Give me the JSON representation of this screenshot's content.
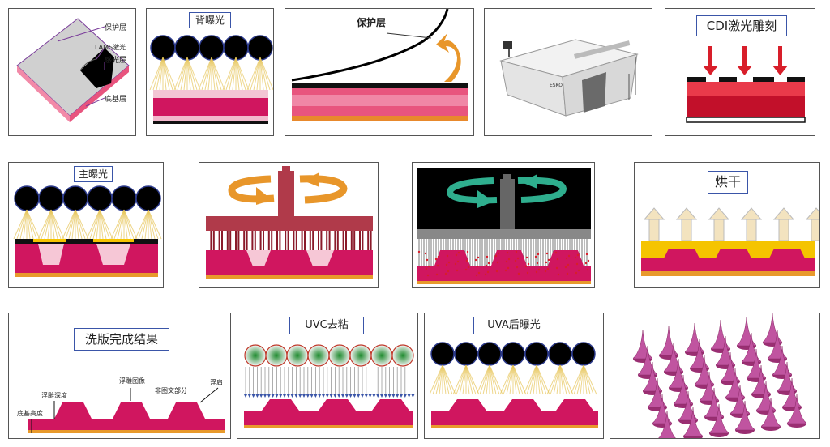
{
  "panels": {
    "p1": {
      "protective_layer": "保护层",
      "lams_layer": "LAMS激光",
      "sensitive_layer": "感光层",
      "base_layer": "底基层"
    },
    "p2": {
      "label": "背曝光"
    },
    "p3": {
      "label": "保护层"
    },
    "p4": {
      "device_text": "ESKO"
    },
    "p5": {
      "label": "CDI激光雕刻"
    },
    "p6": {
      "label": "主曝光"
    },
    "p7": {},
    "p8": {},
    "p9": {
      "label": "烘干"
    },
    "p10": {
      "label": "洗版完成结果",
      "relief_image": "浮雕图像",
      "relief_depth": "浮雕深度",
      "non_image": "非图文部分",
      "shoulder": "浮肩",
      "base_height": "底基高度"
    },
    "p11": {
      "label": "UVC去粘"
    },
    "p12": {
      "label": "UVA后曝光"
    },
    "p13": {}
  },
  "colors": {
    "magenta": "#d0165f",
    "pink_light": "#f2b8cc",
    "orange": "#e89a2c",
    "teal": "#2fae8e",
    "red": "#d81e2a",
    "yellow": "#f5c400",
    "grey_plate": "#cfcfcf",
    "cone": "#b4468a"
  }
}
